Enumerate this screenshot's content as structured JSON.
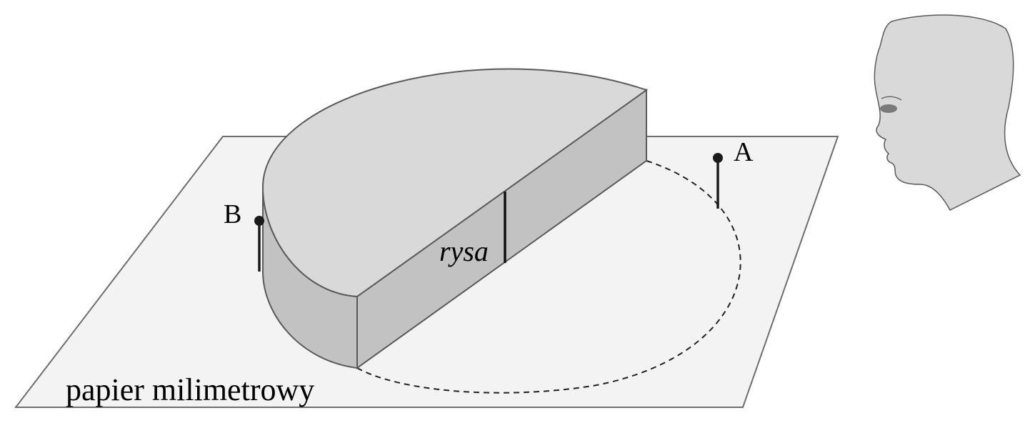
{
  "labels": {
    "point_a": "A",
    "point_b": "B",
    "scratch": "rysa",
    "paper": "papier milimetrowy"
  },
  "colors": {
    "paper_fill": "#f3f3f3",
    "paper_stroke": "#6e6e6e",
    "block_top": "#d9d9d9",
    "block_side": "#c2c2c2",
    "block_stroke": "#5a5a5a",
    "head_fill": "#d9d9d9",
    "pin": "#1a1a1a"
  },
  "icons": [
    "observer-head-icon",
    "pin-a-icon",
    "pin-b-icon"
  ]
}
